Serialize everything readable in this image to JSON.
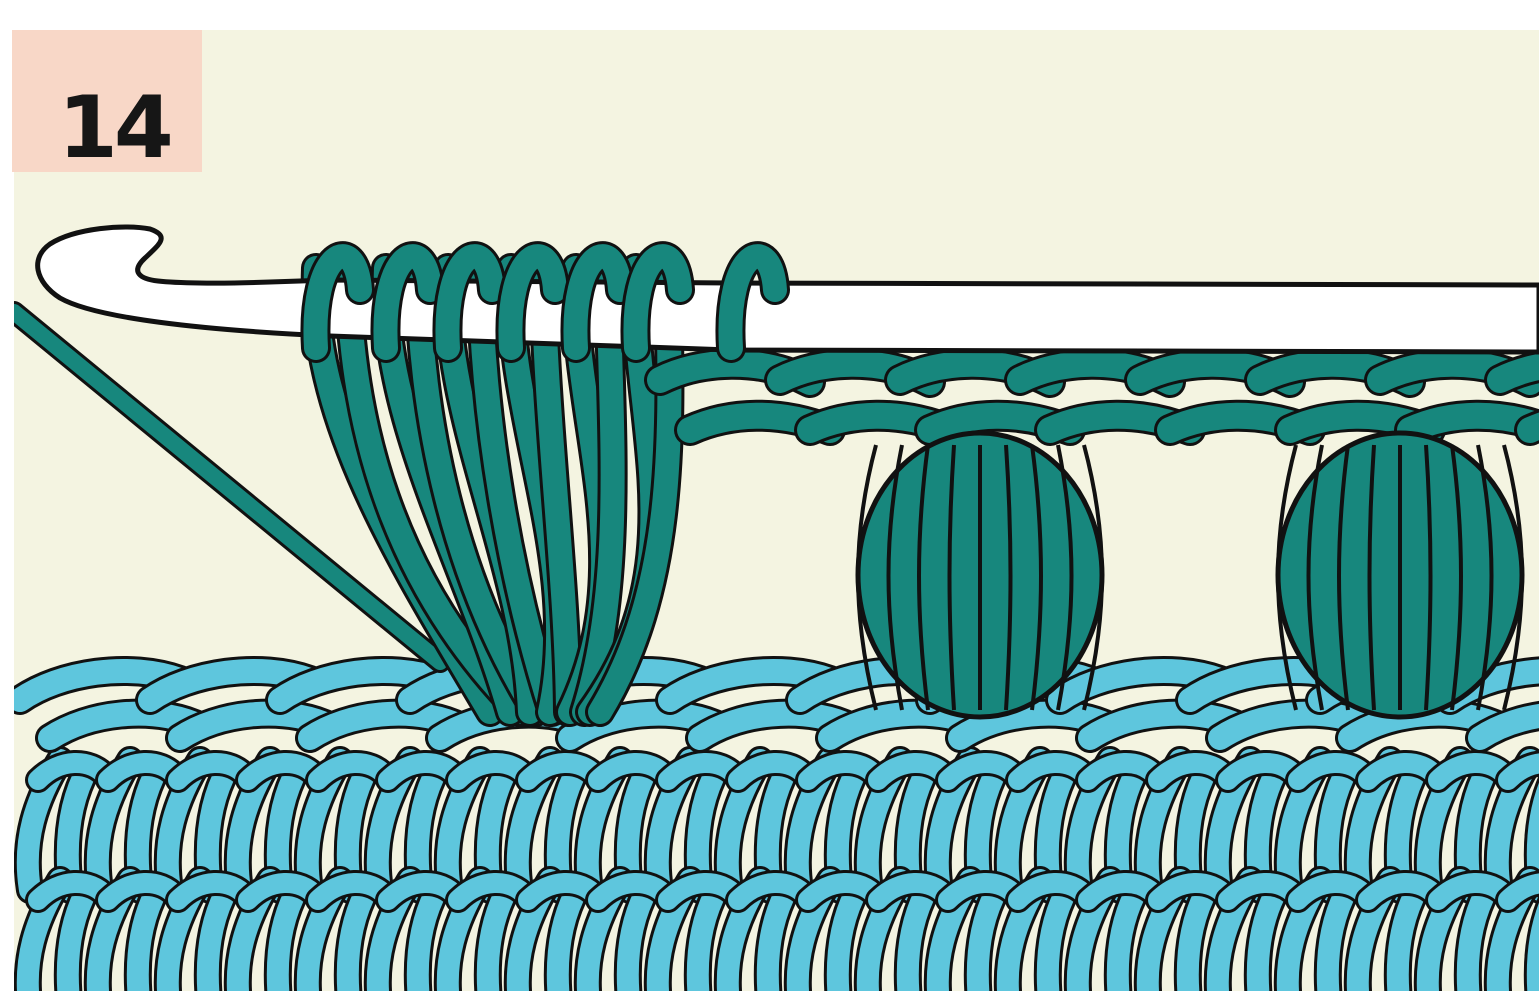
{
  "step": {
    "number": "14"
  },
  "colors": {
    "background": "#f4f4e1",
    "badge": "#f8d7c7",
    "working_yarn": "#17877d",
    "fabric_yarn": "#5ec6dd",
    "hook": "#ffffff",
    "outline": "#111111"
  },
  "illustration": {
    "hook": "crochet-hook",
    "loops_on_hook": 7,
    "bobbles_completed": 2
  }
}
